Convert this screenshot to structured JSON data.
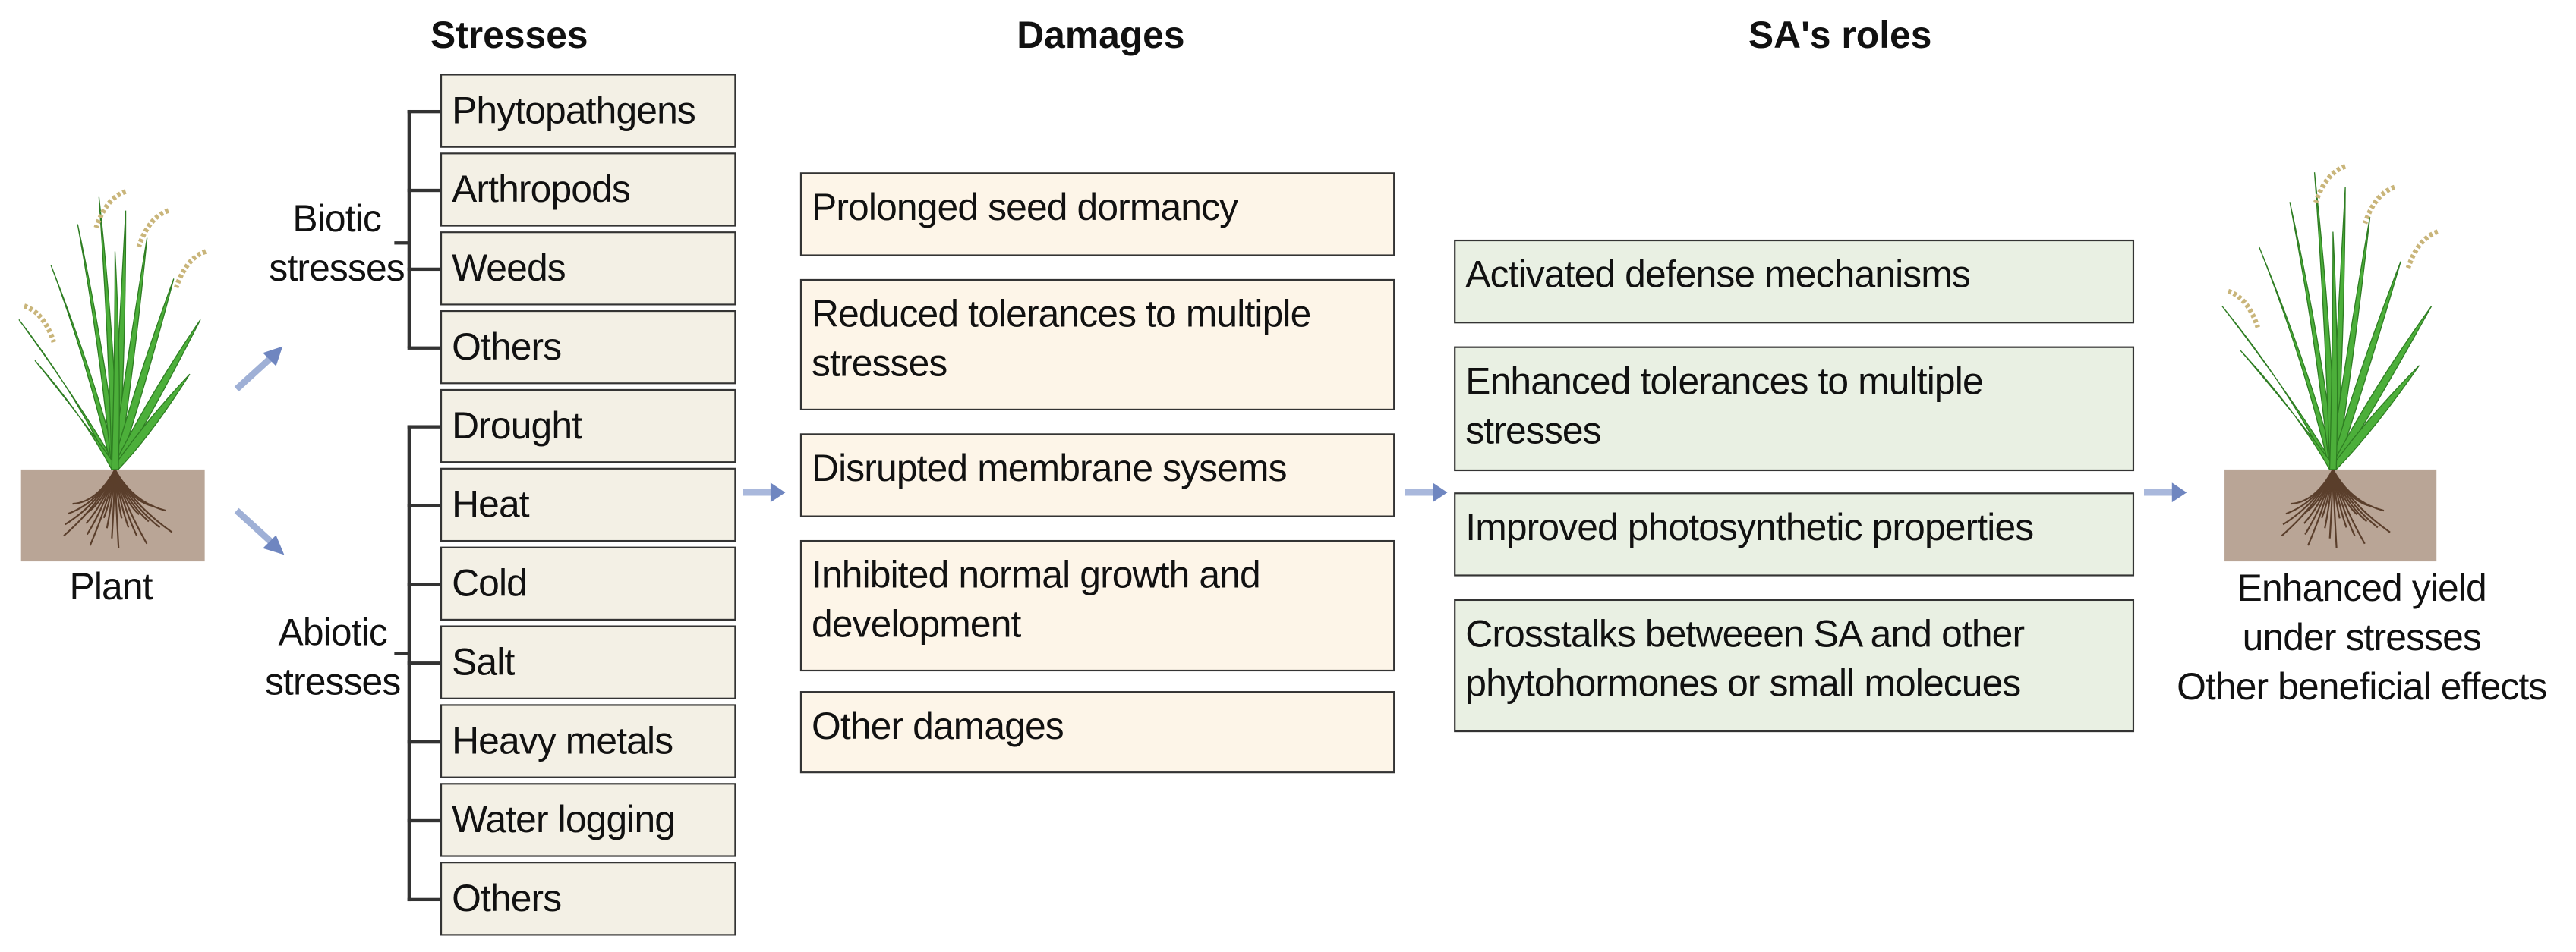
{
  "headers": {
    "stresses": "Stresses",
    "damages": "Damages",
    "roles": "SA's roles"
  },
  "plant_label": "Plant",
  "biotic": {
    "label_line1": "Biotic",
    "label_line2": "stresses",
    "items": [
      "Phytopathgens",
      "Arthropods",
      "Weeds",
      "Others"
    ]
  },
  "abiotic": {
    "label_line1": "Abiotic",
    "label_line2": "stresses",
    "items": [
      "Drought",
      "Heat",
      "Cold",
      "Salt",
      "Heavy metals",
      "Water logging",
      "Others"
    ]
  },
  "damages": [
    "Prolonged seed dormancy",
    "Reduced tolerances to multiple stresses",
    "Disrupted membrane sysems",
    "Inhibited normal growth and development",
    "Other damages"
  ],
  "roles": [
    "Activated defense mechanisms",
    "Enhanced tolerances to multiple stresses",
    "Improved photosynthetic properties",
    "Crosstalks betweeen SA and other phytohormones or small molecues"
  ],
  "outcome": {
    "line1": "Enhanced yield",
    "line2": "under stresses",
    "line3": "Other beneficial effects"
  },
  "colors": {
    "stress_box": "#f3f0e5",
    "damage_box": "#fdf5e8",
    "role_box": "#e9f0e3",
    "arrow": "#7f95c4",
    "leaf": "#4caf3a",
    "soil": "#b9a596"
  }
}
